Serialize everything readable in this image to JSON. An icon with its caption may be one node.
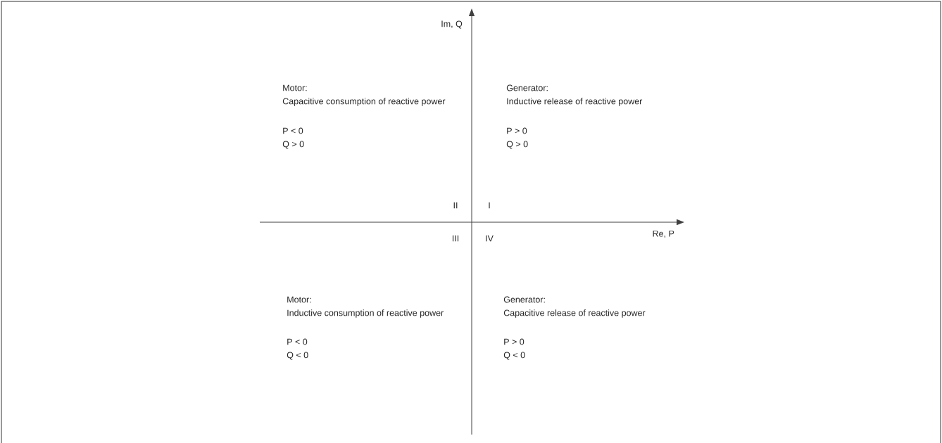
{
  "diagram": {
    "labels": [
      "Im, Q",
      "Motor:",
      "Capacitive consumption of reactive power",
      "P < 0",
      "Q > 0",
      "Generator:",
      "Inductive release of reactive power",
      "P > 0",
      "Q > 0",
      "II",
      "I",
      "Re, P",
      "III",
      "IV",
      "Motor:",
      "Inductive consumption of reactive power",
      "P < 0",
      "Q < 0",
      "Generator:",
      "Capacitive release of reactive power",
      "P > 0",
      "Q < 0"
    ]
  }
}
